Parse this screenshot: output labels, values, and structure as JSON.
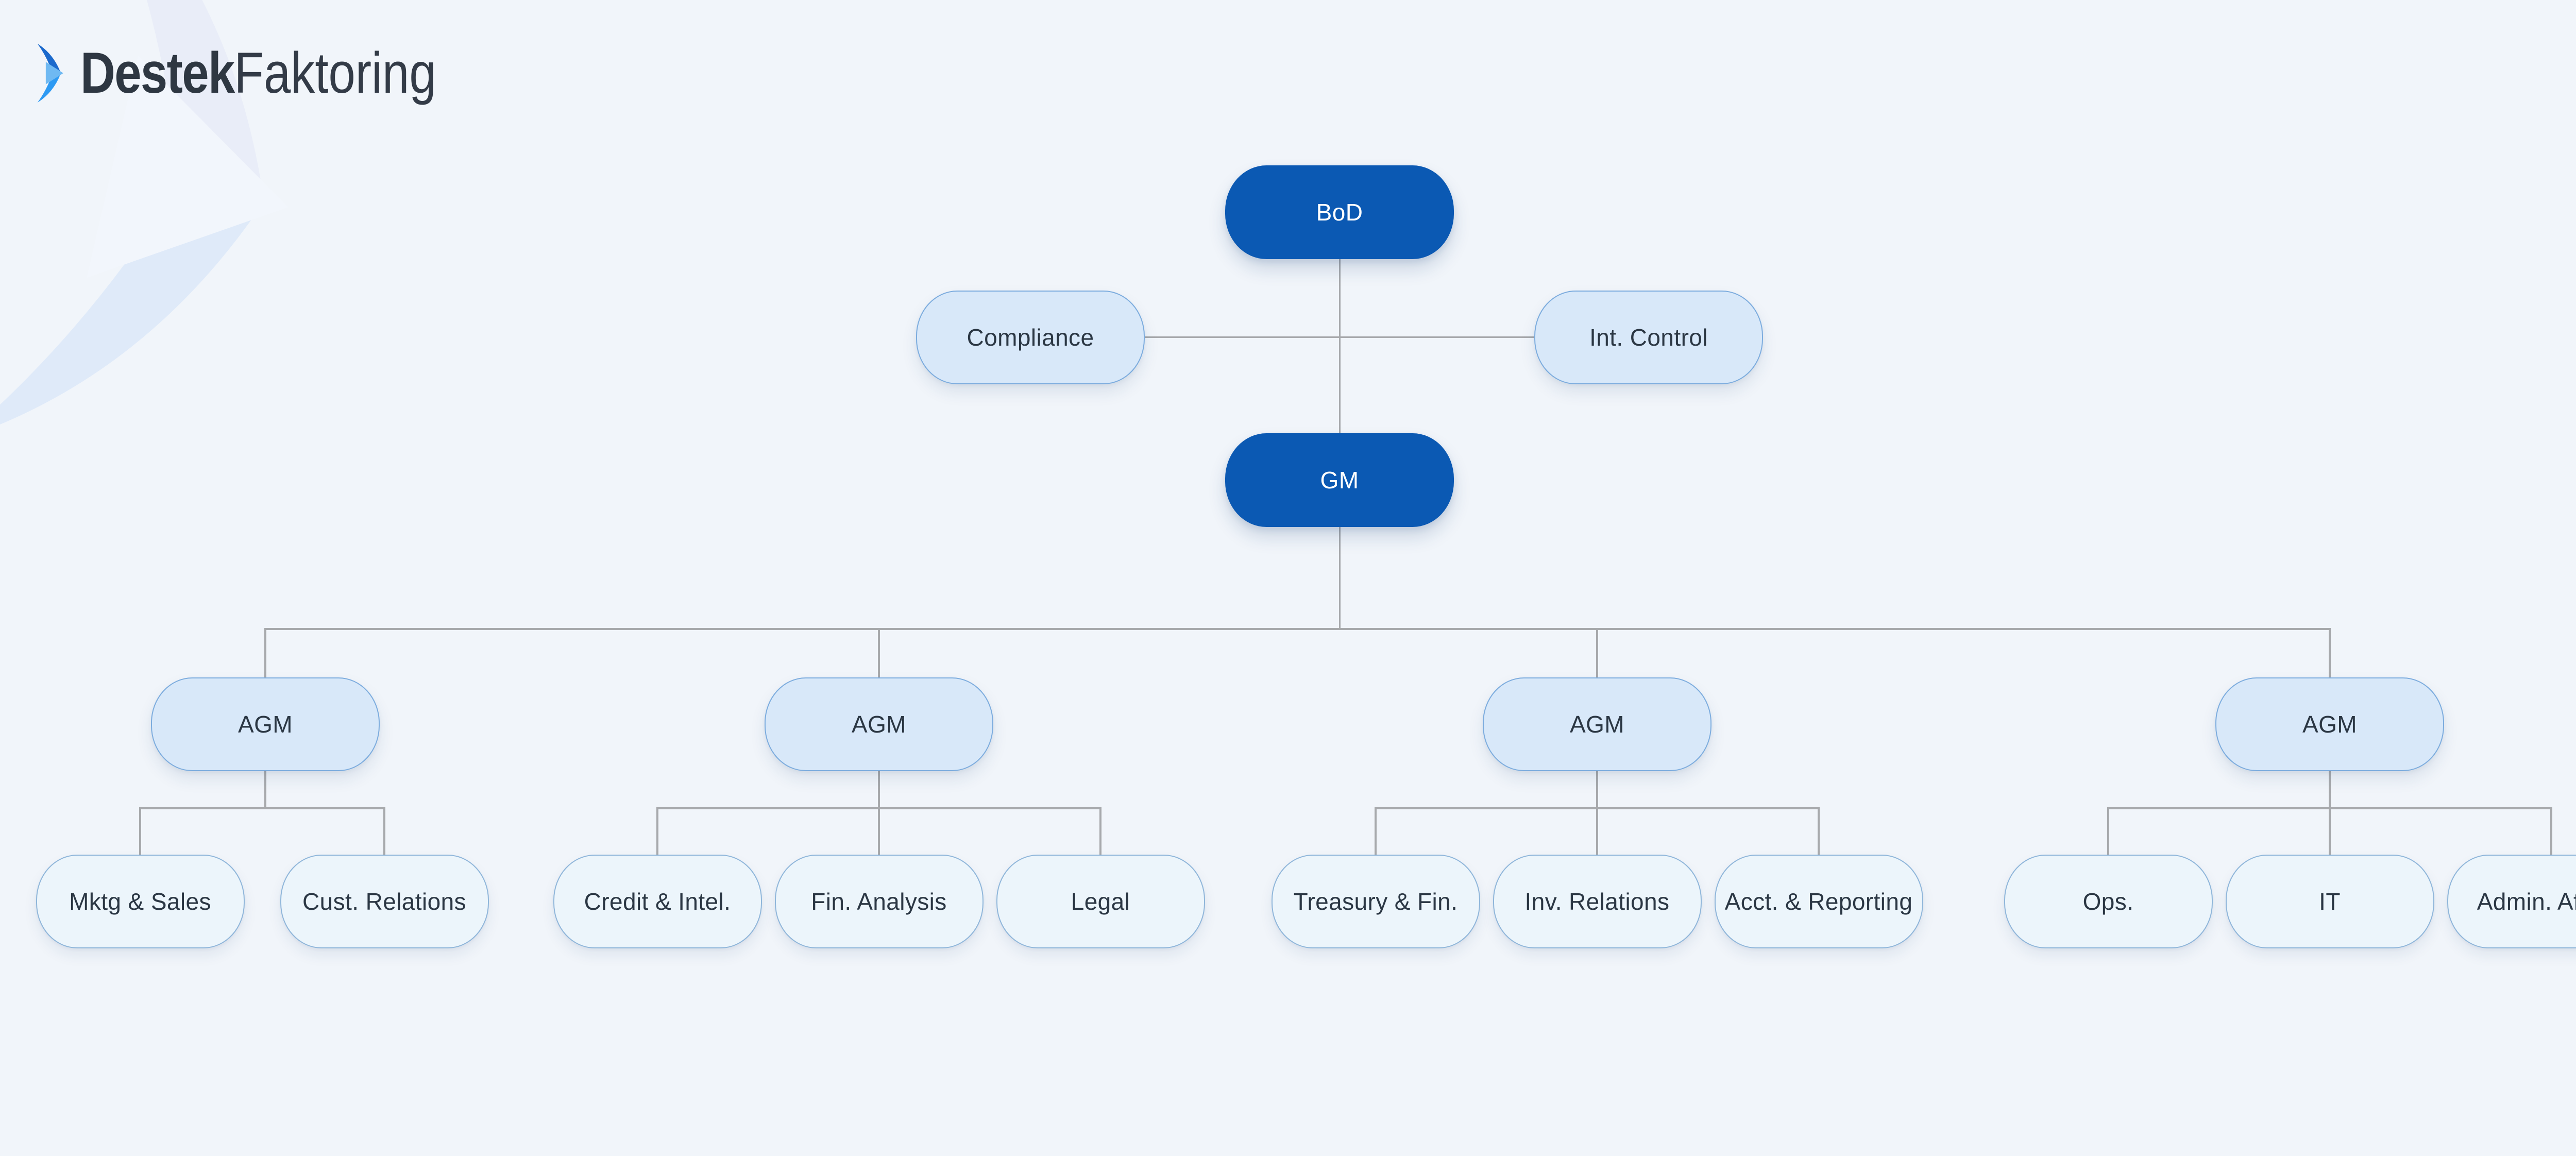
{
  "brand": {
    "name_bold": "Destek",
    "name_light": "Faktoring",
    "icon": "chevron-play-logo"
  },
  "colors": {
    "background": "#F1F5FA",
    "primary_node_fill": "#0B59B3",
    "primary_node_text": "#FFFFFF",
    "manager_node_fill": "#D8E8F9",
    "manager_node_border": "#7CACDE",
    "leaf_node_fill": "#ECF5FB",
    "leaf_node_border": "#8FB6DA",
    "connector": "#A7A9AC",
    "node_text": "#2B3744",
    "logo_text": "#2E3742",
    "logo_blue_dark": "#1B69CC",
    "logo_blue_bright": "#2D9AF3",
    "logo_blue_light": "#6FB9F2",
    "watermark_dark": "#E9EDF8",
    "watermark_bright": "#DFEAF9",
    "watermark_light": "#F2F6FC"
  },
  "org_chart": {
    "root_label": "BoD",
    "staff_labels": [
      "Compliance",
      "Int. Control"
    ],
    "gm_label": "GM",
    "groups": [
      {
        "manager_label": "AGM",
        "children": [
          "Mktg & Sales",
          "Cust. Relations"
        ]
      },
      {
        "manager_label": "AGM",
        "children": [
          "Credit & Intel.",
          "Fin. Analysis",
          "Legal"
        ]
      },
      {
        "manager_label": "AGM",
        "children": [
          "Treasury & Fin.",
          "Inv. Relations",
          "Acct. & Reporting"
        ]
      },
      {
        "manager_label": "AGM",
        "children": [
          "Ops.",
          "IT",
          "Admin. Affairs"
        ]
      }
    ]
  }
}
